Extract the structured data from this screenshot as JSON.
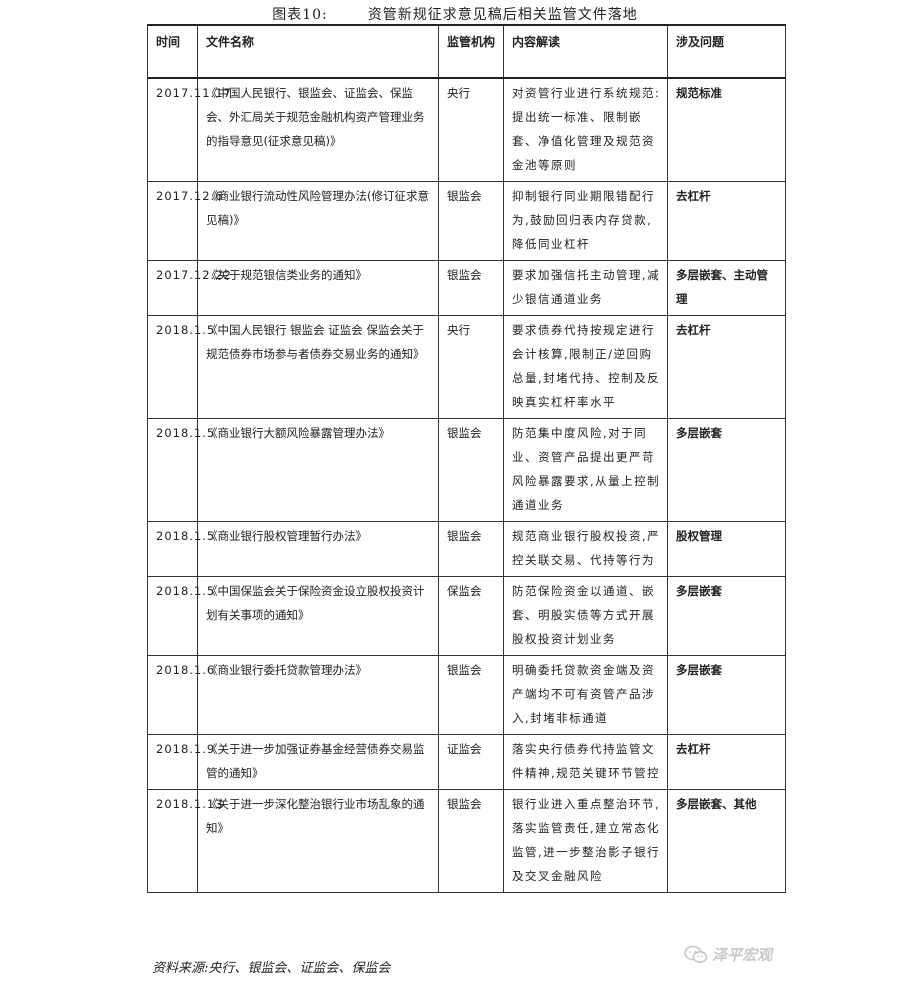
{
  "title": {
    "number": "图表10:",
    "text": "资管新规征求意见稿后相关监管文件落地"
  },
  "table": {
    "headers": [
      "时间",
      "文件名称",
      "监管机构",
      "内容解读",
      "涉及问题"
    ],
    "rows": [
      {
        "date": "2017.11.17",
        "name": "《中国人民银行、银监会、证监会、保监会、外汇局关于规范金融机构资产管理业务的指导意见(征求意见稿)》",
        "agency": "央行",
        "content": "对资管行业进行系统规范:提出统一标准、限制嵌套、净值化管理及规范资金池等原则",
        "issue": "规范标准"
      },
      {
        "date": "2017.12.6",
        "name": "《商业银行流动性风险管理办法(修订征求意见稿)》",
        "agency": "银监会",
        "content": "抑制银行同业期限错配行为,鼓励回归表内存贷款,降低同业杠杆",
        "issue": "去杠杆"
      },
      {
        "date": "2017.12.22",
        "name": "《关于规范银信类业务的通知》",
        "agency": "银监会",
        "content": "要求加强信托主动管理,减少银信通道业务",
        "issue": "多层嵌套、主动管理"
      },
      {
        "date": "2018.1.5",
        "name": "《中国人民银行 银监会 证监会 保监会关于规范债券市场参与者债券交易业务的通知》",
        "agency": "央行",
        "content": "要求债券代持按规定进行会计核算,限制正/逆回购总量,封堵代持、控制及反映真实杠杆率水平",
        "issue": "去杠杆"
      },
      {
        "date": "2018.1.5",
        "name": "《商业银行大额风险暴露管理办法》",
        "agency": "银监会",
        "content": "防范集中度风险,对于同业、资管产品提出更严苛风险暴露要求,从量上控制通道业务",
        "issue": "多层嵌套"
      },
      {
        "date": "2018.1.5",
        "name": "《商业银行股权管理暂行办法》",
        "agency": "银监会",
        "content": "规范商业银行股权投资,严控关联交易、代持等行为",
        "issue": "股权管理"
      },
      {
        "date": "2018.1.5",
        "name": "《中国保监会关于保险资金设立股权投资计划有关事项的通知》",
        "agency": "保监会",
        "content": "防范保险资金以通道、嵌套、明股实债等方式开展股权投资计划业务",
        "issue": "多层嵌套"
      },
      {
        "date": "2018.1.6",
        "name": "《商业银行委托贷款管理办法》",
        "agency": "银监会",
        "content": "明确委托贷款资金端及资产端均不可有资管产品涉入,封堵非标通道",
        "issue": "多层嵌套"
      },
      {
        "date": "2018.1.9",
        "name": "《关于进一步加强证券基金经营债券交易监管的通知》",
        "agency": "证监会",
        "content": "落实央行债券代持监管文件精神,规范关键环节管控",
        "issue": "去杠杆"
      },
      {
        "date": "2018.1.13",
        "name": "《关于进一步深化整治银行业市场乱象的通知》",
        "agency": "银监会",
        "content": "银行业进入重点整治环节,落实监管责任,建立常态化监管,进一步整治影子银行及交叉金融风险",
        "issue": "多层嵌套、其他"
      }
    ]
  },
  "source": "资料来源:央行、银监会、证监会、保监会",
  "watermark": {
    "text": "泽平宏观",
    "icon": "wechat-icon"
  }
}
